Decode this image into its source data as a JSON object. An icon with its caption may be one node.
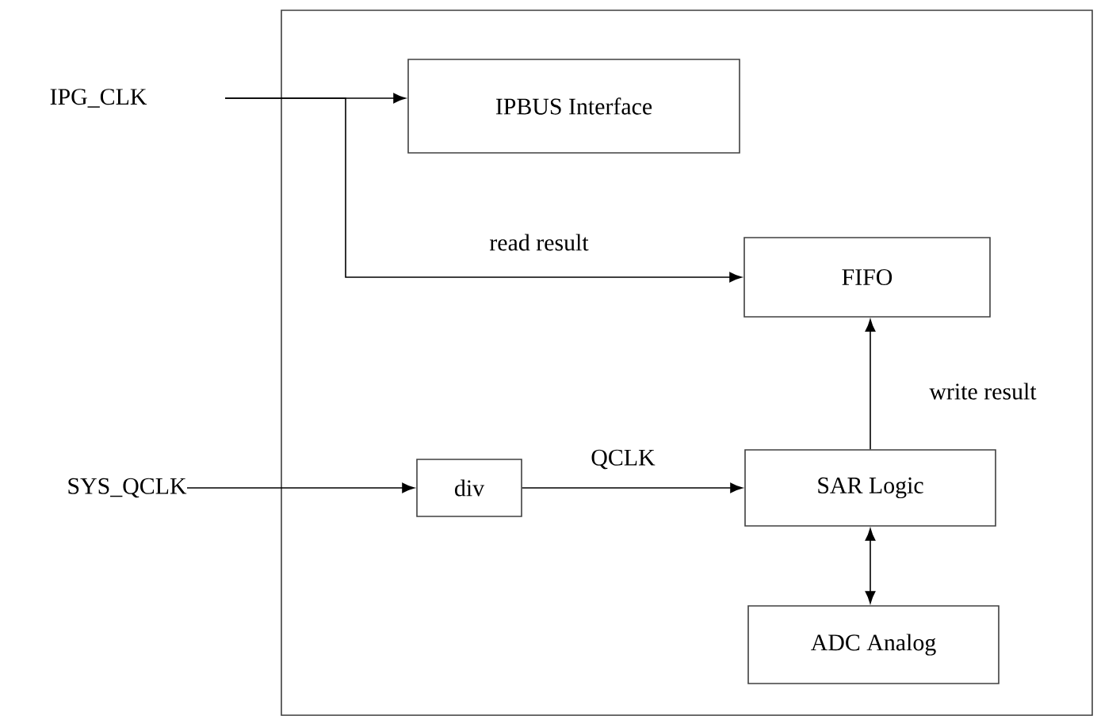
{
  "diagram": {
    "nodes": [
      {
        "text": [],
        "shape": "box"
      },
      {
        "text": [
          "IPG_CLK"
        ]
      },
      {
        "text": [
          "IPBUS Interface"
        ],
        "in": 0
      },
      {
        "text": [
          "FIFO"
        ],
        "in": 0
      },
      {
        "text": [
          "SYS_QCLK"
        ]
      },
      {
        "text": [
          "div"
        ],
        "in": 0
      },
      {
        "text": [
          "SAR Logic"
        ],
        "in": 0
      },
      {
        "text": [
          "ADC Analog"
        ],
        "in": 0
      }
    ],
    "edges": [
      {
        "from": 1,
        "to": 2,
        "arrow": "to"
      },
      {
        "from": 1,
        "to": 3,
        "arrow": "to",
        "label": "read result"
      },
      {
        "from": 4,
        "to": 5,
        "arrow": "to"
      },
      {
        "from": 5,
        "to": 6,
        "arrow": "to",
        "label": "QCLK"
      },
      {
        "from": 6,
        "to": 3,
        "arrow": "to",
        "label": "write result"
      },
      {
        "from": 6,
        "to": 7,
        "arrow": "both"
      }
    ]
  }
}
